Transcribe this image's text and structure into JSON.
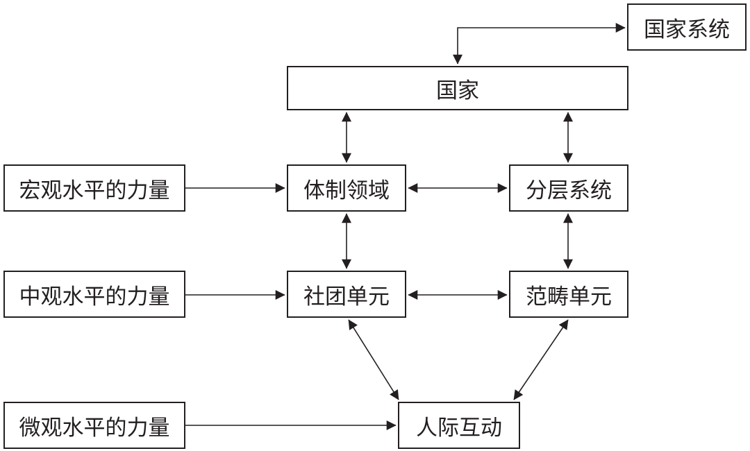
{
  "diagram": {
    "nodes": {
      "state_system": "国家系统",
      "state": "国家",
      "institutional_domains": "体制领域",
      "stratification_system": "分层系统",
      "corporate_units": "社团单元",
      "categoric_units": "范畴单元",
      "interpersonal": "人际互动",
      "macro_forces": "宏观水平的力量",
      "meso_forces": "中观水平的力量",
      "micro_forces": "微观水平的力量"
    },
    "edges": [
      {
        "from": "state",
        "to": "state_system",
        "type": "bidirectional"
      },
      {
        "from": "state",
        "to": "institutional_domains",
        "type": "bidirectional"
      },
      {
        "from": "state",
        "to": "stratification_system",
        "type": "bidirectional"
      },
      {
        "from": "institutional_domains",
        "to": "stratification_system",
        "type": "bidirectional"
      },
      {
        "from": "institutional_domains",
        "to": "corporate_units",
        "type": "bidirectional"
      },
      {
        "from": "stratification_system",
        "to": "categoric_units",
        "type": "bidirectional"
      },
      {
        "from": "corporate_units",
        "to": "categoric_units",
        "type": "bidirectional"
      },
      {
        "from": "corporate_units",
        "to": "interpersonal",
        "type": "bidirectional"
      },
      {
        "from": "categoric_units",
        "to": "interpersonal",
        "type": "bidirectional"
      },
      {
        "from": "macro_forces",
        "to": "institutional_domains",
        "type": "directed"
      },
      {
        "from": "meso_forces",
        "to": "corporate_units",
        "type": "directed"
      },
      {
        "from": "micro_forces",
        "to": "interpersonal",
        "type": "directed"
      }
    ],
    "colors": {
      "line": "#231f20",
      "background": "#ffffff"
    }
  }
}
